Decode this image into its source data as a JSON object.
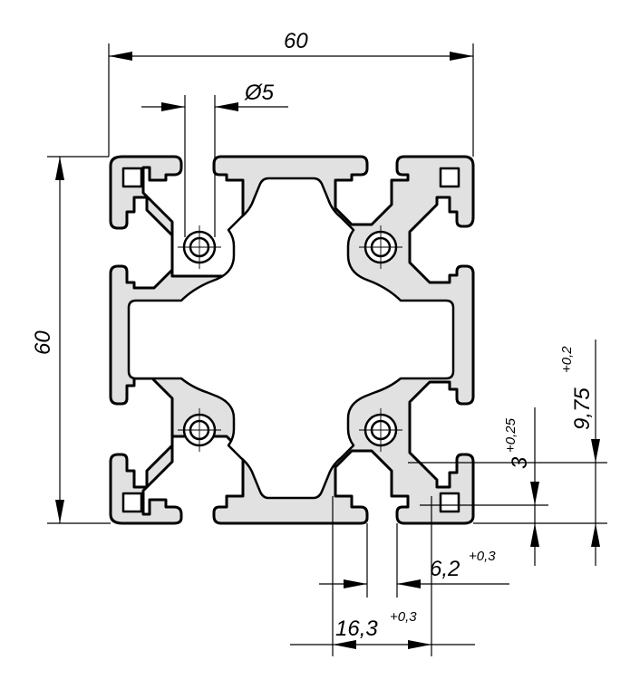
{
  "dimensions": {
    "width": {
      "value": "60"
    },
    "height": {
      "value": "60"
    },
    "hole_diameter": {
      "value": "Ø5"
    },
    "slot_depth": {
      "value": "9,75",
      "tolerance": "+0,2"
    },
    "wall_thickness": {
      "value": "3",
      "tolerance": "+0,25"
    },
    "slot_opening": {
      "value": "6,2",
      "tolerance": "+0,3"
    },
    "slot_width": {
      "value": "16,3",
      "tolerance": "+0,3"
    }
  },
  "colors": {
    "profile_fill": "#e1e1e1",
    "line": "#000000",
    "background": "#ffffff"
  }
}
